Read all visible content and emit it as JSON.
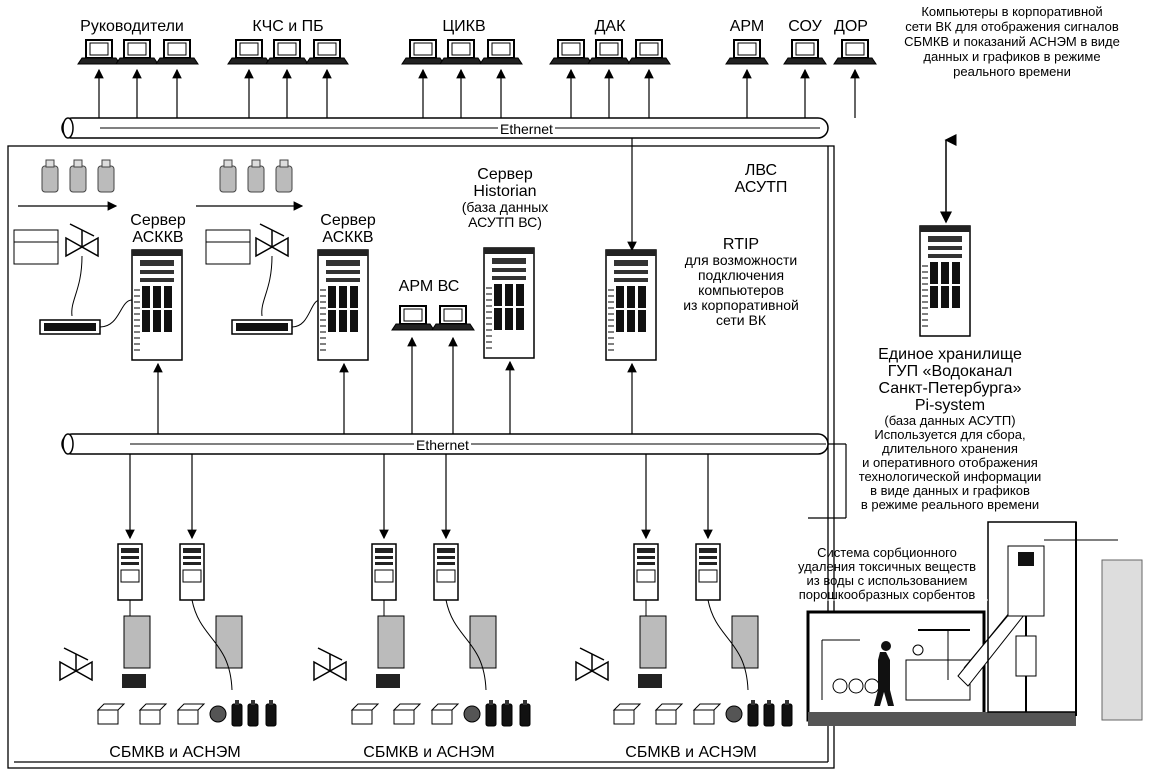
{
  "groups": {
    "g1": "Руководители",
    "g2": "КЧС и ПБ",
    "g3": "ЦИКВ",
    "g4": "ДАК",
    "g5": "АРМ",
    "g6": "СОУ",
    "g7": "ДОР"
  },
  "corporate_note": "Компьютеры в корпоративной сети ВК для отображения сигналов СБМКВ и показаний АСНЭМ в виде данных и графиков в режиме реального времени",
  "corporate_note_lines": [
    "Компьютеры в корпоративной",
    "сети ВК для отображения сигналов",
    "СБМКВ и показаний АСНЭМ в виде",
    "данных и графиков в режиме",
    "реального времени"
  ],
  "bus_top": "Ethernet",
  "bus_bottom": "Ethernet",
  "lan_label_lines": [
    "ЛВС",
    "АСУТП"
  ],
  "askkv_server_1": [
    "Сервер",
    "АСККВ"
  ],
  "askkv_server_2": [
    "Сервер",
    "АСККВ"
  ],
  "historian_lines": [
    "Сервер",
    "Historian",
    "(база данных",
    "АСУТП ВС)"
  ],
  "arm_vs": "АРМ ВС",
  "rtip_lines": [
    "RTIP",
    "для возможности",
    "подключения",
    "компьютеров",
    "из корпоративной",
    "сети ВК"
  ],
  "storage_lines": [
    "Единое хранилище",
    "ГУП «Водоканал",
    "Санкт-Петербурга»",
    "Pi-system"
  ],
  "storage_sub_lines": [
    "(база данных АСУТП)",
    "Используется для сбора,",
    "длительного хранения",
    "и оперативного отображения",
    "технологической информации",
    "в виде данных и графиков",
    "в режиме реального времени"
  ],
  "sorption_lines": [
    "Система сорбционного",
    "удаления токсичных веществ",
    "из воды с использованием",
    "порошкообразных сорбентов"
  ],
  "station_label_1": "СБМКВ и АСНЭМ",
  "station_label_2": "СБМКВ и АСНЭМ",
  "station_label_3": "СБМКВ и АСНЭМ"
}
